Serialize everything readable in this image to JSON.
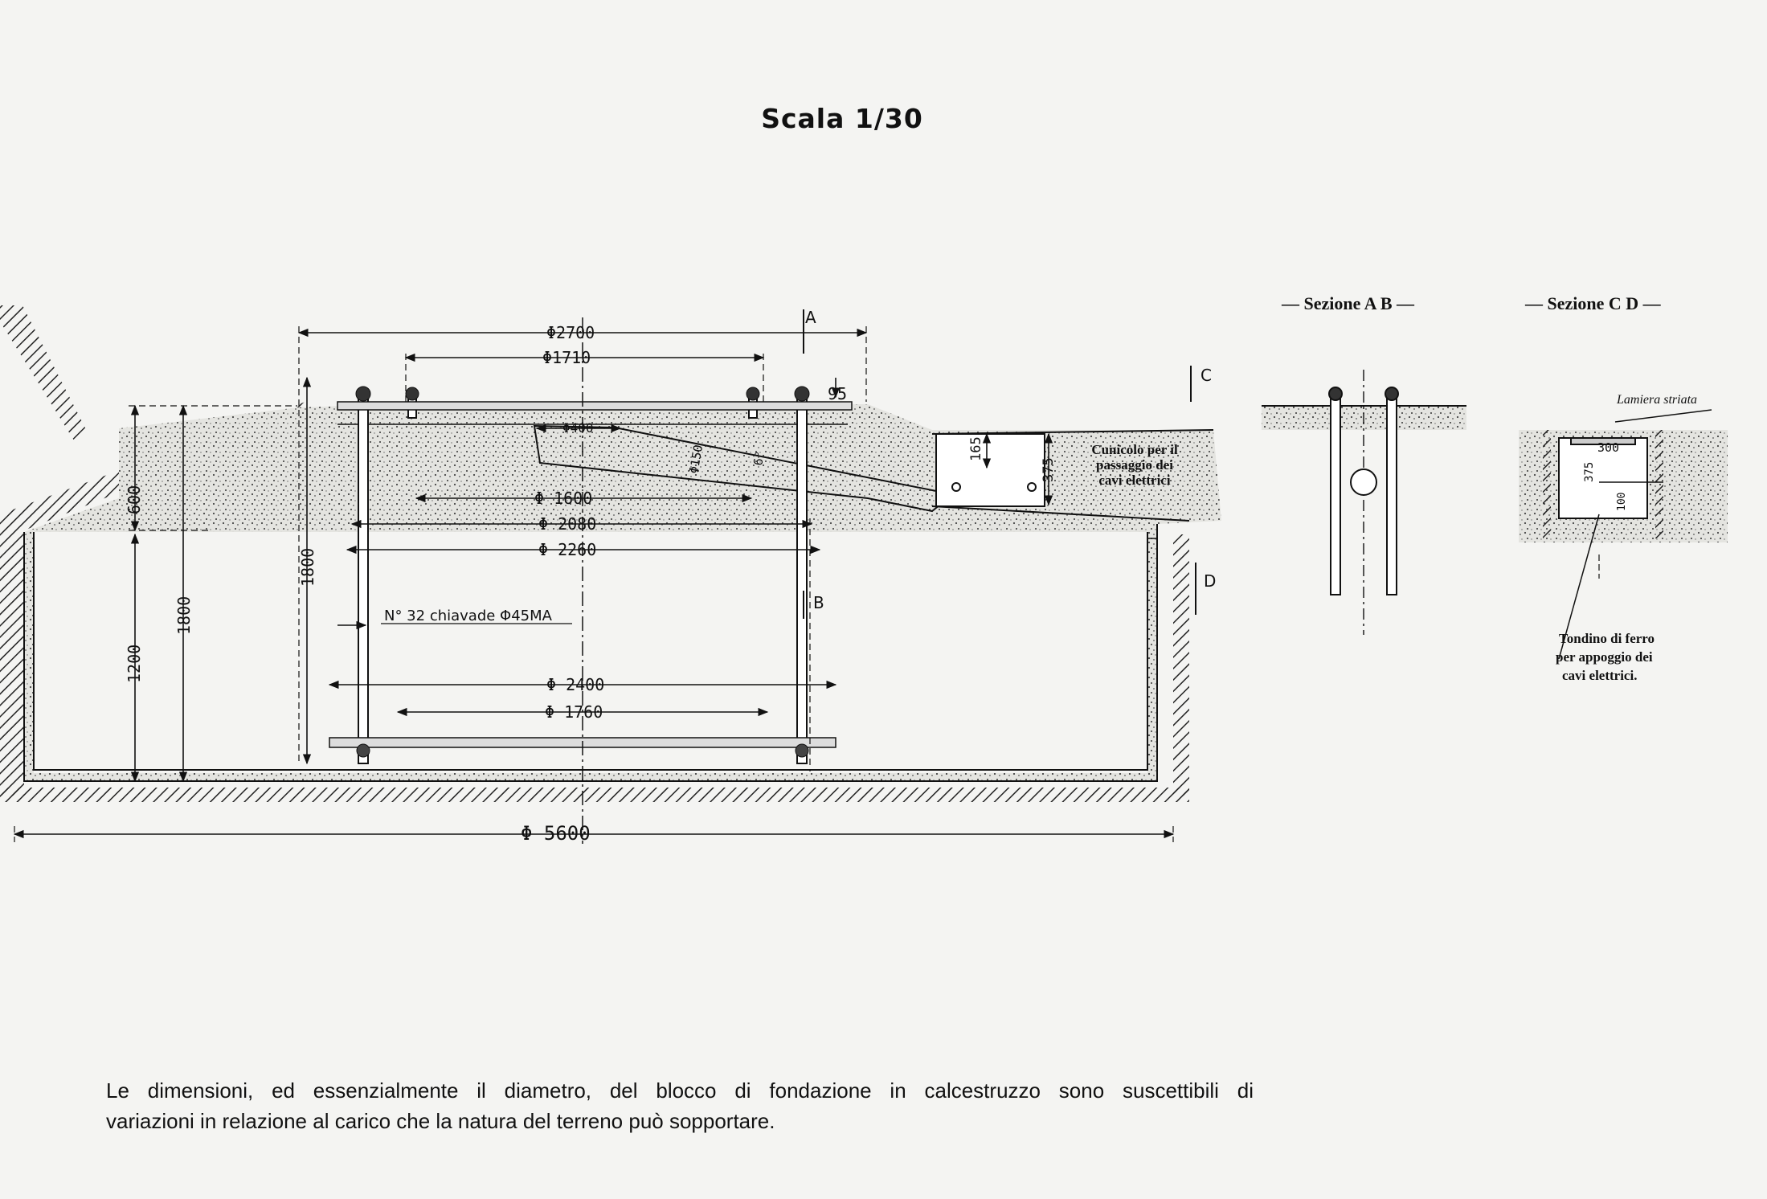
{
  "title": "Scala 1/30",
  "dimensions": {
    "d2700": "Φ2700",
    "d1710": "Φ1710",
    "d95": "95",
    "d400": "Φ400",
    "d150": "Φ150",
    "d6pct": "6°",
    "d165": "165",
    "d375": "375",
    "d1600": "Φ 1600",
    "d2080": "Φ 2080",
    "d2260": "Φ 2260",
    "d600": "600",
    "d1200": "1200",
    "d1800_outer": "1800",
    "d1800_inner": "1800",
    "d2400": "Φ 2400",
    "d1760": "Φ 1760",
    "d5600": "Φ 5600"
  },
  "bolt_note": "N° 32 chiavade Φ45MA",
  "cable_note": [
    "Cunicolo per il",
    "passaggio dei",
    "cavi elettrici"
  ],
  "section_marks": {
    "a": "A",
    "b": "B",
    "c": "C",
    "d": "D"
  },
  "section_ab": {
    "title": "— Sezione A B —"
  },
  "section_cd": {
    "title": "— Sezione C D —",
    "plate_label": "Lamiera striata",
    "dim300": "300",
    "dim375": "375",
    "dim100": "100",
    "rod_note": [
      "Tondino di ferro",
      "per appoggio dei",
      "cavi elettrici."
    ]
  },
  "caption": [
    "Le dimensioni, ed essenzialmente il diametro, del blocco di fondazione in calcestruzzo sono suscettibili di",
    "variazioni in relazione al carico che la natura del terreno può sopportare."
  ]
}
